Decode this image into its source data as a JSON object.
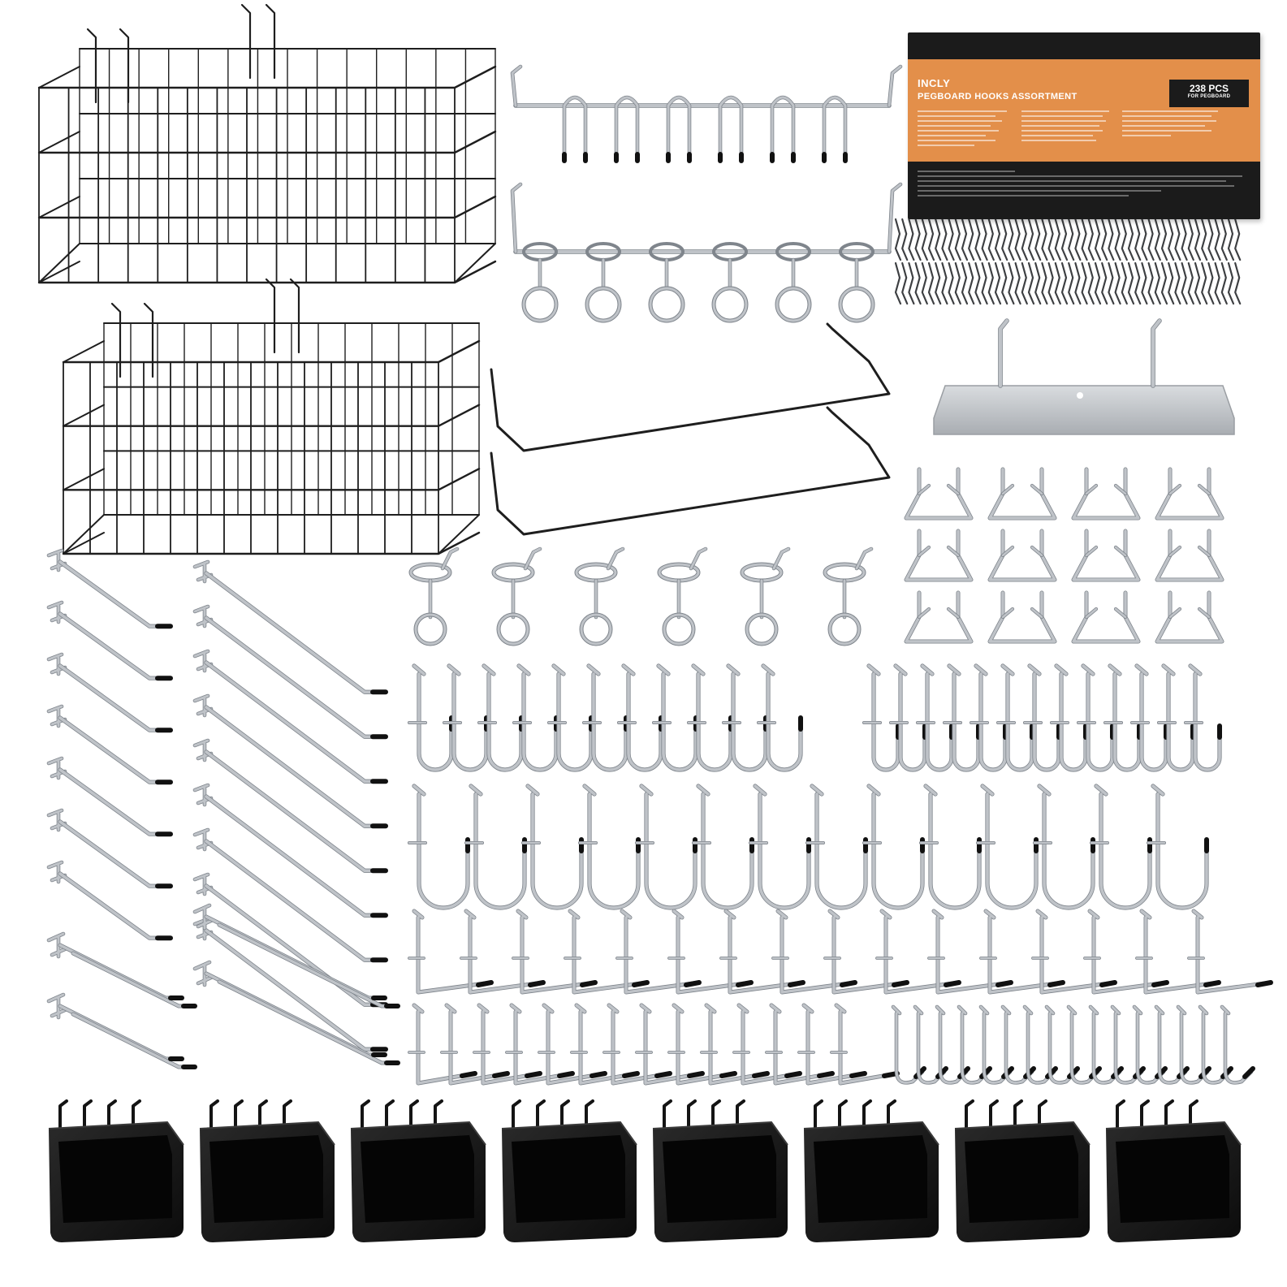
{
  "package": {
    "brand": "INCLY",
    "title": "PEGBOARD HOOKS ASSORTMENT",
    "count": "238 PCS",
    "count_sub": "FOR PEGBOARD"
  },
  "colors": {
    "background": "#ffffff",
    "wire_black": "#1e1e1e",
    "chrome": "#bfc3c8",
    "chrome_dark": "#7f858c",
    "tip": "#111111",
    "bin": "#141414",
    "box_accent": "#e38f4a"
  },
  "items": [
    {
      "name": "wire-basket",
      "quantity": 2
    },
    {
      "name": "multi-hook-rack",
      "quantity": 1
    },
    {
      "name": "multi-ring-rack",
      "quantity": 1
    },
    {
      "name": "paper-towel-holder",
      "quantity": 2
    },
    {
      "name": "pegboard-shelf",
      "quantity": 1
    },
    {
      "name": "locking-clips-strip",
      "quantity": 2
    },
    {
      "name": "ring-holder",
      "quantity": 6
    },
    {
      "name": "triangle-hook",
      "quantity": 12
    },
    {
      "name": "j-hook-small",
      "quantity": 11
    },
    {
      "name": "j-hook-curved",
      "quantity": 13
    },
    {
      "name": "j-hook-large",
      "quantity": 14
    },
    {
      "name": "l-hook",
      "quantity": 16
    },
    {
      "name": "l-hook-small",
      "quantity": 14
    },
    {
      "name": "curved-hook-small",
      "quantity": 16
    },
    {
      "name": "single-hook-short",
      "quantity": 7
    },
    {
      "name": "single-hook-long",
      "quantity": 9
    },
    {
      "name": "double-hook",
      "quantity": 4
    },
    {
      "name": "pegboard-bin",
      "quantity": 8
    }
  ]
}
